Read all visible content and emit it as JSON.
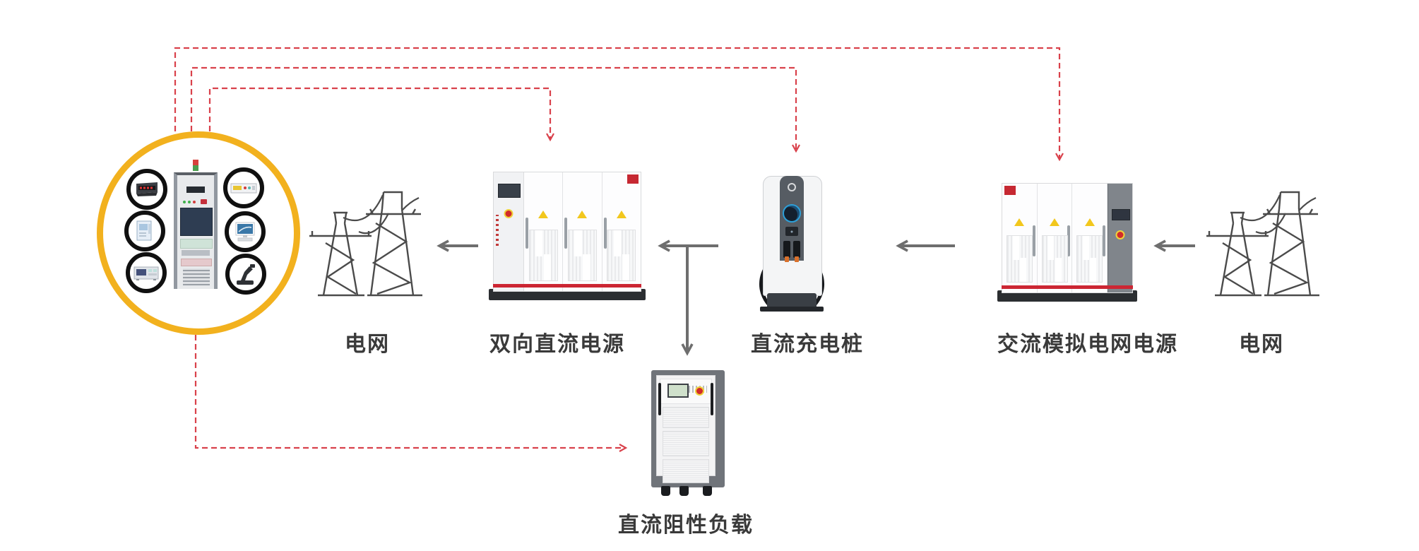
{
  "diagram_title": "",
  "colors": {
    "background": "#FFFFFF",
    "measure_line_red": "#D9414B",
    "flow_arrow_gray": "#6E6E6E",
    "hub_ring_yellow": "#F2B11E",
    "label_text": "#3A3A3A",
    "cabinet_accent_red": "#C62832",
    "warning_triangle_yellow": "#F2C71D"
  },
  "nodes": {
    "measurement_hub": {
      "label": "",
      "instruments": [
        "power-meter",
        "calibrator",
        "bench-multimeter",
        "wide-source-meter",
        "computer",
        "robot-arm",
        "control-rack",
        "signal-tower-lamp"
      ]
    },
    "grid_left": {
      "label": "电网"
    },
    "bidirectional_dc_supply": {
      "label": "双向直流电源"
    },
    "dc_charging_pile": {
      "label": "直流充电桩"
    },
    "ac_grid_simulator": {
      "label": "交流模拟电网电源"
    },
    "grid_right": {
      "label": "电网"
    },
    "dc_resistive_load": {
      "label": "直流阻性负载"
    }
  },
  "connections": {
    "power_flow": [
      {
        "from": "grid_right",
        "to": "ac_grid_simulator",
        "style": "solid-gray-arrow"
      },
      {
        "from": "ac_grid_simulator",
        "to": "dc_charging_pile",
        "style": "solid-gray-arrow"
      },
      {
        "from": "dc_charging_pile",
        "to": "bidirectional_dc_supply",
        "style": "solid-gray-arrow"
      },
      {
        "from": "bidirectional_dc_supply",
        "to": "grid_left",
        "style": "solid-gray-arrow"
      },
      {
        "from": "dc_charging_pile",
        "to": "dc_resistive_load",
        "style": "solid-gray-arrow-down"
      }
    ],
    "measurement": [
      {
        "from": "measurement_hub",
        "to": "bidirectional_dc_supply",
        "style": "red-dashed-arrow"
      },
      {
        "from": "measurement_hub",
        "to": "dc_charging_pile",
        "style": "red-dashed-arrow"
      },
      {
        "from": "measurement_hub",
        "to": "ac_grid_simulator",
        "style": "red-dashed-arrow"
      },
      {
        "from": "measurement_hub",
        "to": "dc_resistive_load",
        "style": "red-dashed-arrow"
      }
    ]
  }
}
